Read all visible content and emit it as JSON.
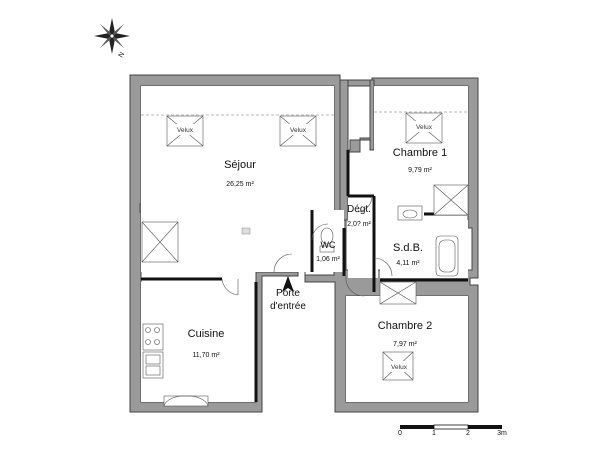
{
  "compass": {
    "north_label": "N"
  },
  "rooms": {
    "sejour": {
      "name": "Séjour",
      "area": "26,25 m²"
    },
    "chambre1": {
      "name": "Chambre 1",
      "area": "9,79 m²"
    },
    "degt": {
      "name": "Dégt.",
      "area": "2,0? m²"
    },
    "wc": {
      "name": "WC",
      "area": "1,06 m²"
    },
    "sdb": {
      "name": "S.d.B.",
      "area": "4,11 m²"
    },
    "cuisine": {
      "name": "Cuisine",
      "area": "11,70 m²"
    },
    "chambre2": {
      "name": "Chambre 2",
      "area": "7,97 m²"
    }
  },
  "velux_label": "Velux",
  "entrance": {
    "line1": "Porte",
    "line2": "d'entrée"
  },
  "scale": {
    "ticks": [
      "0",
      "1",
      "2",
      "3m"
    ]
  }
}
